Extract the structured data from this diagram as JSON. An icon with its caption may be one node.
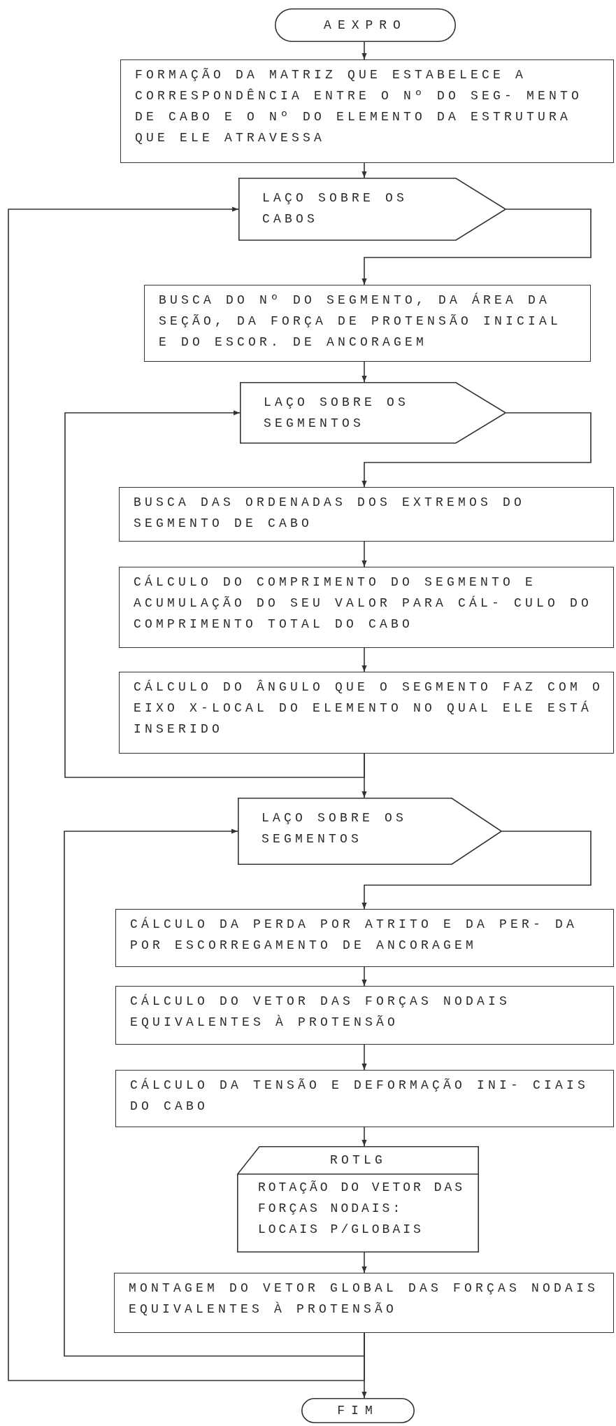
{
  "diagram": {
    "nodes": [
      {
        "text": [
          "AEXPRO"
        ]
      },
      {
        "text": [
          "FORMAÇÃO DA MATRIZ QUE ESTABELECE A CORRESPONDÊNCIA ENTRE O Nº DO SEG- MENTO DE CABO E O Nº DO ELEMENTO DA ESTRUTURA QUE ELE ATRAVESSA"
        ]
      },
      {
        "text": [
          "LAÇO SOBRE OS CABOS"
        ]
      },
      {
        "text": [
          "BUSCA DO Nº DO SEGMENTO, DA ÁREA DA SEÇÃO, DA FORÇA DE PROTENSÃO INICIAL E DO ESCOR. DE ANCORAGEM"
        ]
      },
      {
        "text": [
          "LAÇO SOBRE OS SEGMENTOS"
        ]
      },
      {
        "text": [
          "BUSCA DAS ORDENADAS DOS EXTREMOS DO SEGMENTO DE CABO"
        ]
      },
      {
        "text": [
          "CÁLCULO DO COMPRIMENTO DO SEGMENTO E ACUMULAÇÃO DO SEU VALOR PARA CÁL- CULO DO COMPRIMENTO TOTAL DO CABO"
        ]
      },
      {
        "text": [
          "CÁLCULO DO ÂNGULO QUE O SEGMENTO FAZ COM O EIXO X-LOCAL DO ELEMENTO NO QUAL ELE ESTÁ INSERIDO"
        ]
      },
      {
        "text": [
          "LAÇO SOBRE OS SEGMENTOS"
        ]
      },
      {
        "text": [
          "CÁLCULO DA PERDA POR ATRITO E DA PER- DA POR ESCORREGAMENTO DE ANCORAGEM"
        ]
      },
      {
        "text": [
          "CÁLCULO DO VETOR DAS FORÇAS NODAIS EQUIVALENTES À PROTENSÃO"
        ]
      },
      {
        "text": [
          "CÁLCULO DA TENSÃO E DEFORMAÇÃO INI- CIAIS DO CABO"
        ]
      },
      {
        "text": [
          "ROTLG",
          "ROTAÇÃO DO VETOR DAS FORÇAS NODAIS: LOCAIS P/GLOBAIS"
        ]
      },
      {
        "text": [
          "MONTAGEM DO VETOR GLOBAL DAS FORÇAS NODAIS EQUIVALENTES À PROTENSÃO"
        ]
      },
      {
        "text": [
          "FIM"
        ]
      }
    ],
    "edges": [
      {
        "from": 0,
        "to": 1,
        "arrow": "to"
      },
      {
        "from": 1,
        "to": 2,
        "arrow": "to"
      },
      {
        "from": 2,
        "to": 3,
        "arrow": "to"
      },
      {
        "from": 3,
        "to": 4,
        "arrow": "to"
      },
      {
        "from": 4,
        "to": 5,
        "arrow": "to"
      },
      {
        "from": 5,
        "to": 6,
        "arrow": "to"
      },
      {
        "from": 6,
        "to": 7,
        "arrow": "to"
      },
      {
        "from": 7,
        "to": 8,
        "arrow": "to"
      },
      {
        "from": 7,
        "to": 4,
        "arrow": "to"
      },
      {
        "from": 8,
        "to": 9,
        "arrow": "to"
      },
      {
        "from": 9,
        "to": 10,
        "arrow": "to"
      },
      {
        "from": 10,
        "to": 11,
        "arrow": "to"
      },
      {
        "from": 11,
        "to": 12,
        "arrow": "to"
      },
      {
        "from": 12,
        "to": 13,
        "arrow": "to"
      },
      {
        "from": 13,
        "to": 14,
        "arrow": "to"
      },
      {
        "from": 13,
        "to": 8,
        "arrow": "to"
      },
      {
        "from": 13,
        "to": 2,
        "arrow": "to"
      }
    ]
  }
}
